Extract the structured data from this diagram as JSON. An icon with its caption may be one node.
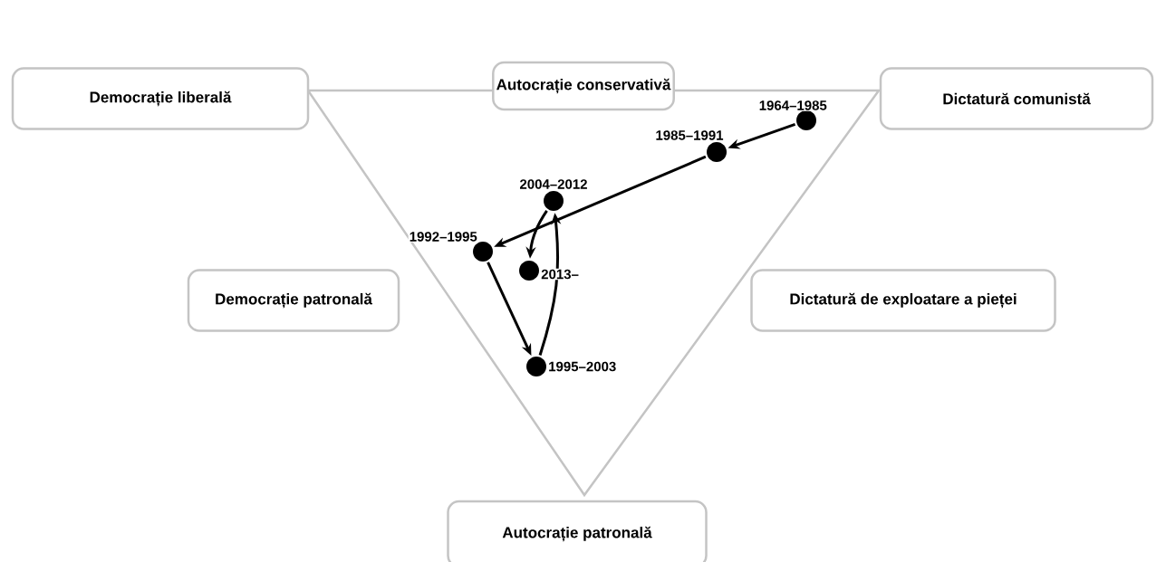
{
  "diagram": {
    "nodes": [
      {
        "text": [
          "Autocrație conservativă"
        ]
      },
      {
        "text": [
          "Democrație liberală"
        ]
      },
      {
        "text": [
          "Dictatură comunistă"
        ]
      },
      {
        "text": [
          "Democrație patronală"
        ]
      },
      {
        "text": [
          "Dictatură de exploatare a pieței"
        ]
      },
      {
        "text": [
          "Autocrație patronală"
        ]
      },
      {
        "text": [],
        "shape": "circle",
        "beside": [
          "1964–1985"
        ]
      },
      {
        "text": [],
        "shape": "circle",
        "beside": [
          "1985–1991"
        ]
      },
      {
        "text": [],
        "shape": "circle",
        "beside": [
          "2004–2012"
        ]
      },
      {
        "text": [],
        "shape": "circle",
        "beside": [
          "1992–1995"
        ]
      },
      {
        "text": [],
        "shape": "circle",
        "beside": [
          "2013–"
        ]
      },
      {
        "text": [],
        "shape": "circle",
        "beside": [
          "1995–2003"
        ]
      }
    ],
    "edges": [
      {
        "from": 6,
        "to": 7,
        "arrow": "to"
      },
      {
        "from": 7,
        "to": 9,
        "arrow": "to"
      },
      {
        "from": 9,
        "to": 11,
        "arrow": "to"
      },
      {
        "from": 11,
        "to": 8,
        "arrow": "to"
      },
      {
        "from": 8,
        "to": 10,
        "arrow": "to"
      }
    ]
  }
}
